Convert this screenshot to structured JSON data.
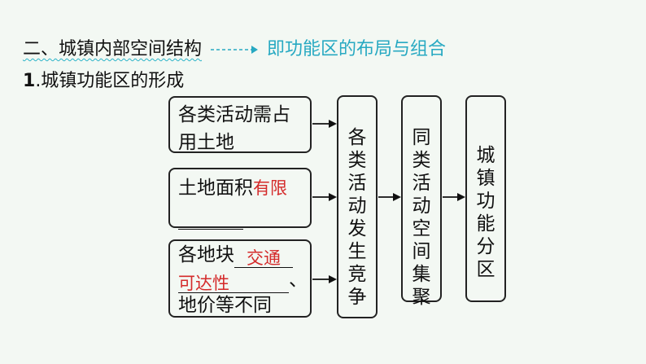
{
  "heading": {
    "section": "二、城镇内部空间结构",
    "hint": "即功能区的布局与组合"
  },
  "subheading": {
    "number": "1",
    "text": ".城镇功能区的形成"
  },
  "diagram": {
    "factors": {
      "f1_line1": "各类活动需占",
      "f1_line2": "用土地",
      "f2_text": "土地面积",
      "f2_answer": "有限",
      "f3_prefix": "各地块",
      "f3_answer1": "交通",
      "f3_answer2": "可达性",
      "f3_sep": "、",
      "f3_line3": "地价等不同"
    },
    "stages": {
      "competition": "各类活动发生竞争",
      "aggregation": "同类活动空间集聚",
      "result": "城镇功能分区"
    }
  },
  "colors": {
    "answer": "#d42a2a",
    "hint": "#27a9c2",
    "background": "#f3f8f3"
  }
}
